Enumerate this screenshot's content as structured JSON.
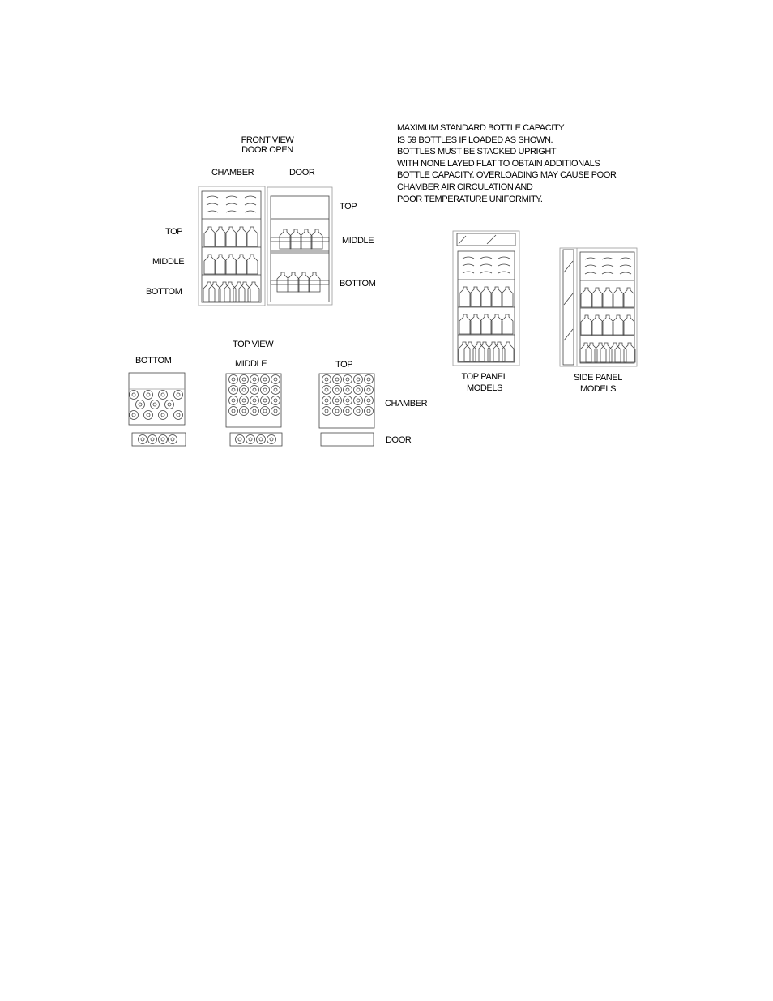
{
  "front_view": {
    "title_line1": "FRONT VIEW",
    "title_line2": "DOOR OPEN",
    "chamber_label": "CHAMBER",
    "door_label": "DOOR",
    "chamber_shelves": [
      "TOP",
      "MIDDLE",
      "BOTTOM"
    ],
    "door_shelves": [
      "TOP",
      "MIDDLE",
      "BOTTOM"
    ]
  },
  "note": {
    "lines": [
      "MAXIMUM STANDARD BOTTLE CAPACITY",
      "IS 59 BOTTLES IF LOADED AS SHOWN.",
      "BOTTLES MUST BE STACKED UPRIGHT",
      "WITH NONE LAYED FLAT TO OBTAIN ADDITIONALS",
      "BOTTLE CAPACITY.  OVERLOADING MAY CAUSE POOR",
      "CHAMBER AIR CIRCULATION  AND",
      "POOR TEMPERATURE UNIFORMITY."
    ],
    "max_capacity_bottles": 59
  },
  "top_view": {
    "title": "TOP VIEW",
    "columns": [
      "BOTTOM",
      "MIDDLE",
      "TOP"
    ],
    "row_labels": [
      "CHAMBER",
      "DOOR"
    ]
  },
  "models": {
    "top_panel": {
      "line1": "TOP PANEL",
      "line2": "MODELS"
    },
    "side_panel": {
      "line1": "SIDE PANEL",
      "line2": "MODELS"
    }
  }
}
